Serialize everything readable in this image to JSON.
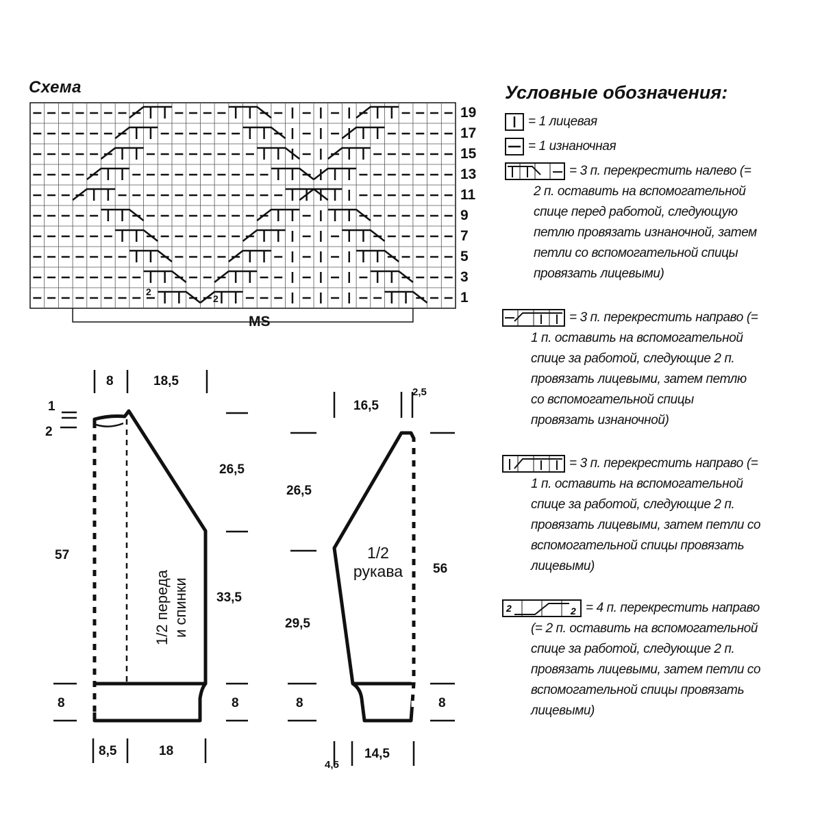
{
  "chart": {
    "title": "Схема",
    "row_numbers": [
      "19",
      "17",
      "15",
      "13",
      "11",
      "9",
      "7",
      "5",
      "3",
      "1"
    ],
    "repeat_label": "MS",
    "cross_count_left": "2",
    "cross_count_right": "2"
  },
  "legend": {
    "title": "Условные обозначения:",
    "items": [
      {
        "symbol": "knit-stitch",
        "lines": [
          "= 1 лицевая"
        ]
      },
      {
        "symbol": "purl-stitch",
        "lines": [
          "= 1 изнаночная"
        ]
      },
      {
        "symbol": "cross-3-left",
        "lines": [
          "= 3 п. перекрестить налево (=",
          "2 п. оставить на вспомогательной",
          "спице перед работой, следующую",
          "петлю провязать изнаночной, затем",
          "петли со вспомогательной спицы",
          "провязать лицевыми)"
        ]
      },
      {
        "symbol": "cross-3-right-purl",
        "lines": [
          "= 3 п. перекрестить направо (=",
          "1 п. оставить на вспомогательной",
          "спице за работой, следующие 2 п.",
          "провязать лицевыми, затем петлю",
          "со вспомогательной спицы",
          "провязать изнаночной)"
        ]
      },
      {
        "symbol": "cross-3-right-knit",
        "lines": [
          "= 3 п. перекрестить направо (=",
          "1 п. оставить на вспомогательной",
          "спице за работой, следующие 2 п.",
          "провязать лицевыми, затем петли со",
          "вспомогательной спицы провязать",
          "лицевыми)"
        ]
      },
      {
        "symbol": "cross-4-right",
        "lines": [
          "= 4 п. перекрестить направо",
          "(= 2 п. оставить на вспомогательной",
          "спице за работой, следующие 2 п.",
          "провязать лицевыми, затем петли со",
          "вспомогательной спицы провязать",
          "лицевыми)"
        ]
      }
    ]
  },
  "body_pattern": {
    "label_line1": "1/2 переда",
    "label_line2": "и спинки",
    "dims": {
      "top_left": "8",
      "top_right": "18,5",
      "neck_1": "1",
      "neck_2": "2",
      "left_height": "57",
      "raglan": "26,5",
      "side": "33,5",
      "band_left": "8",
      "band_right": "8",
      "bottom_left": "8,5",
      "bottom_right": "18"
    }
  },
  "sleeve_pattern": {
    "label_line1": "1/2",
    "label_line2": "рукава",
    "dims": {
      "top_width": "16,5",
      "top_small": "2,5",
      "raglan": "26,5",
      "lower": "29,5",
      "right_height": "56",
      "band_left": "8",
      "band_right": "8",
      "bottom_small": "4,5",
      "bottom_width": "14,5"
    }
  }
}
